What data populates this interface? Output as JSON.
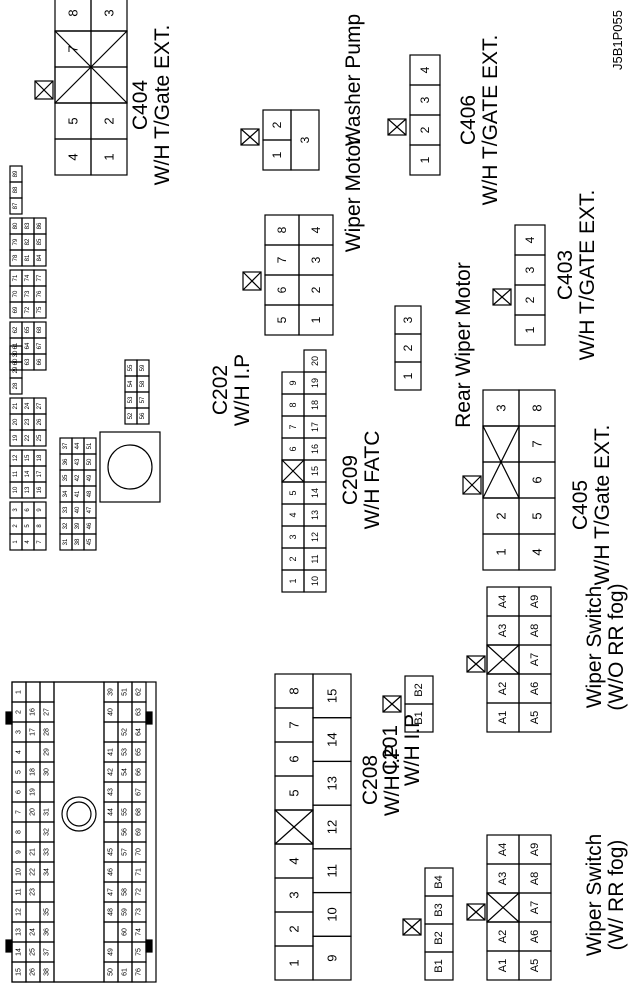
{
  "reference_code": "J5B1P055",
  "connectors": {
    "c201": {
      "title": "C201",
      "sub": "W/H I.P"
    },
    "c202": {
      "title": "C202",
      "sub": "W/H I.P"
    },
    "c208": {
      "title": "C208",
      "sub": "W/H I.P"
    },
    "c209": {
      "title": "C209",
      "sub": "W/H FATC"
    },
    "c403": {
      "title": "C403",
      "sub": "W/H T/GATE  EXT."
    },
    "c404": {
      "title": "C404",
      "sub": "W/H T/Gate EXT."
    },
    "c405": {
      "title": "C405",
      "sub": "W/H T/Gate EXT."
    },
    "c406": {
      "title": "C406",
      "sub": "W/H T/GATE EXT."
    }
  },
  "components": {
    "rear_wiper_motor": "Rear Wiper Motor",
    "wiper_motor": "Wiper Motor",
    "washer_pump": "Washer Pump",
    "wiper_switch_rr": {
      "line1": "Wiper Switch",
      "line2": "(W/ RR fog)"
    },
    "wiper_switch_no_rr": {
      "line1": "Wiper Switch",
      "line2": "(W/O RR fog)"
    }
  },
  "pins": {
    "c201_top": [
      "15",
      "14",
      "13",
      "12",
      "11",
      "10",
      "9",
      "8",
      "7",
      "6",
      "5",
      "4",
      "3",
      "2",
      "1"
    ],
    "c201_r2": [
      "26",
      "25",
      "24",
      "23",
      "22",
      "21",
      "20",
      "19",
      "18",
      "17",
      "16"
    ],
    "c201_r3": [
      "38",
      "37",
      "36",
      "35",
      "34",
      "33",
      "32",
      "31",
      "30",
      "29",
      "28",
      "27"
    ],
    "c201_r4": [
      "50",
      "49",
      "48",
      "47",
      "46",
      "45",
      "44",
      "43",
      "42",
      "41",
      "40",
      "39"
    ],
    "c201_r5": [
      "61",
      "60",
      "59",
      "58",
      "57",
      "56",
      "55",
      "54",
      "53",
      "52",
      "51"
    ],
    "c201_r6": [
      "76",
      "75",
      "74",
      "73",
      "72",
      "71",
      "70",
      "69",
      "68",
      "67",
      "66",
      "65",
      "64",
      "63",
      "62"
    ],
    "c202_rows": [
      [
        "1",
        "2",
        "3",
        "4",
        "5",
        "6",
        "7",
        "8",
        "9"
      ],
      [
        "10",
        "11",
        "12",
        "13",
        "14",
        "15",
        "16",
        "17",
        "18"
      ],
      [
        "19",
        "20",
        "21",
        "22",
        "23",
        "24",
        "25",
        "26",
        "27"
      ],
      [
        "28",
        "29",
        "30"
      ],
      [
        "31",
        "32",
        "33",
        "34",
        "35",
        "36",
        "37"
      ],
      [
        "38",
        "39",
        "40",
        "41",
        "42",
        "43",
        "44"
      ],
      [
        "45",
        "46",
        "47",
        "48",
        "49",
        "50",
        "51"
      ],
      [
        "52",
        "53",
        "54",
        "55"
      ],
      [
        "56",
        "57",
        "58",
        "59"
      ],
      [
        "60",
        "61",
        "62",
        "63",
        "64",
        "65",
        "66",
        "67",
        "68"
      ],
      [
        "69",
        "70",
        "71",
        "72",
        "73",
        "74",
        "75",
        "76",
        "77"
      ],
      [
        "78",
        "79",
        "80",
        "81",
        "82",
        "83",
        "84",
        "85",
        "86"
      ],
      [
        "87",
        "88",
        "89"
      ]
    ],
    "c208_top": [
      "1",
      "2",
      "3",
      "4",
      "5",
      "6",
      "7",
      "8"
    ],
    "c208_bottom": [
      "9",
      "10",
      "11",
      "12",
      "13",
      "14",
      "15"
    ],
    "c209_top": [
      "1",
      "2",
      "3",
      "4",
      "5",
      "6",
      "7",
      "8",
      "9"
    ],
    "c209_bottom": [
      "10",
      "11",
      "12",
      "13",
      "14",
      "15",
      "16",
      "17",
      "18",
      "19",
      "20"
    ],
    "rear_wiper_motor": [
      "1",
      "2",
      "3"
    ],
    "wiper_motor": [
      "1",
      "2",
      "3",
      "4",
      "5",
      "6",
      "7",
      "8"
    ],
    "washer_pump": [
      "1",
      "2",
      "3"
    ],
    "c403": [
      "1",
      "2",
      "3",
      "4"
    ],
    "c406": [
      "1",
      "2",
      "3",
      "4"
    ],
    "c404": [
      "1",
      "2",
      "3",
      "4",
      "5",
      "6",
      "7",
      "8"
    ],
    "c405": [
      "1",
      "2",
      "3",
      "4",
      "5",
      "6",
      "7",
      "8"
    ],
    "wiper_switch_rr_b": [
      "B1",
      "B2",
      "B3",
      "B4"
    ],
    "wiper_switch_rr_a": [
      "A1",
      "A2",
      "A3",
      "A4",
      "A5",
      "A6",
      "A7",
      "A8",
      "A9"
    ],
    "wiper_switch_no_rr_b": [
      "B1",
      "B2"
    ],
    "wiper_switch_no_rr_a": [
      "A1",
      "A2",
      "A3",
      "A4",
      "A5",
      "A6",
      "A7",
      "A8",
      "A9"
    ]
  }
}
